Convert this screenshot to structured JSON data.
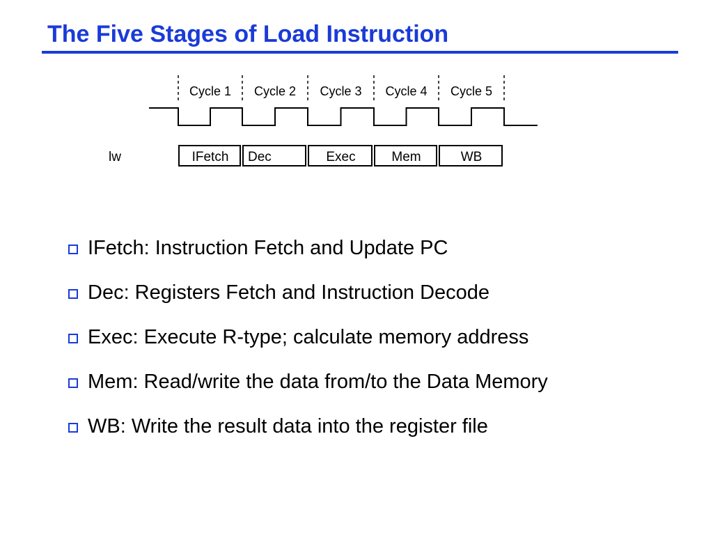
{
  "title": "The Five Stages of Load Instruction",
  "colors": {
    "title": "#1a3bd8",
    "bullet": "#1a3bd8",
    "text": "#000000"
  },
  "diagram": {
    "cycles": [
      "Cycle 1",
      "Cycle 2",
      "Cycle 3",
      "Cycle 4",
      "Cycle 5"
    ],
    "instruction": "lw",
    "stages": [
      "IFetch",
      "Dec",
      "Exec",
      "Mem",
      "WB"
    ]
  },
  "bullets": [
    {
      "icon": "hollow-square-bullet-icon",
      "text": "IFetch: Instruction Fetch and Update PC"
    },
    {
      "icon": "hollow-square-bullet-icon",
      "text": "Dec: Registers Fetch and Instruction Decode"
    },
    {
      "icon": "hollow-square-bullet-icon",
      "text": "Exec: Execute R-type; calculate memory address"
    },
    {
      "icon": "hollow-square-bullet-icon",
      "text": "Mem: Read/write the data from/to the Data Memory"
    },
    {
      "icon": "hollow-square-bullet-icon",
      "text": "WB: Write the result data into the register file"
    }
  ]
}
